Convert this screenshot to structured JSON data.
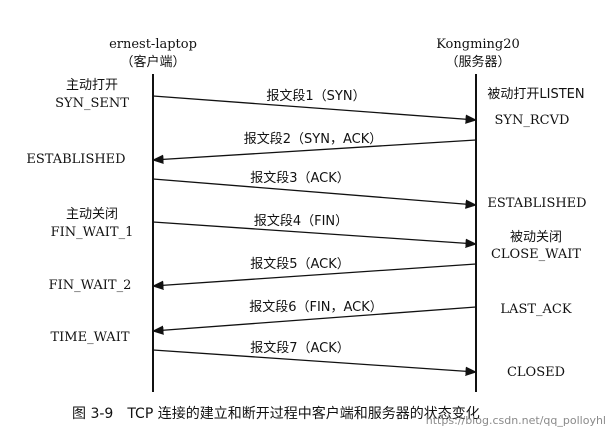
{
  "nodes": {
    "client": {
      "name": "ernest-laptop",
      "role": "（客户端）"
    },
    "server": {
      "name": "Kongming20",
      "role": "（服务器）"
    }
  },
  "client_states": [
    {
      "line1": "主动打开",
      "line2": "SYN_SENT"
    },
    {
      "line1": "ESTABLISHED",
      "line2": ""
    },
    {
      "line1": "主动关闭",
      "line2": "FIN_WAIT_1"
    },
    {
      "line1": "FIN_WAIT_2",
      "line2": ""
    },
    {
      "line1": "TIME_WAIT",
      "line2": ""
    }
  ],
  "server_states": [
    {
      "line1": "被动打开LISTEN",
      "line2": ""
    },
    {
      "line1": "SYN_RCVD",
      "line2": ""
    },
    {
      "line1": "ESTABLISHED",
      "line2": ""
    },
    {
      "line1": "被动关闭",
      "line2": "CLOSE_WAIT"
    },
    {
      "line1": "LAST_ACK",
      "line2": ""
    },
    {
      "line1": "CLOSED",
      "line2": ""
    }
  ],
  "segments": [
    {
      "label": "报文段1（SYN）",
      "direction": "client-to-server"
    },
    {
      "label": "报文段2（SYN，ACK）",
      "direction": "server-to-client"
    },
    {
      "label": "报文段3（ACK）",
      "direction": "client-to-server"
    },
    {
      "label": "报文段4（FIN）",
      "direction": "client-to-server"
    },
    {
      "label": "报文段5（ACK）",
      "direction": "server-to-client"
    },
    {
      "label": "报文段6（FIN，ACK）",
      "direction": "server-to-client"
    },
    {
      "label": "报文段7（ACK）",
      "direction": "client-to-server"
    }
  ],
  "caption": "图 3-9　TCP 连接的建立和断开过程中客户端和服务器的状态变化",
  "watermark": "https://blog.csdn.net/qq_polloyhl"
}
